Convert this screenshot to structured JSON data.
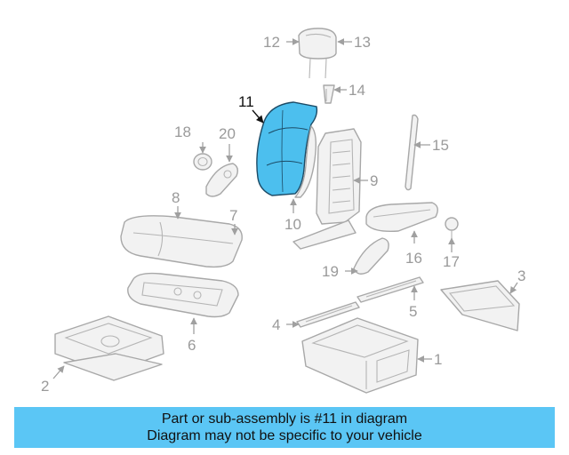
{
  "colors": {
    "highlight": "#4cbfee",
    "banner": "#5bc6f5",
    "part_stroke": "#a8a8a8",
    "callout_text": "#9a9a9a",
    "callout_highlight": "#111111"
  },
  "callouts": {
    "c1": "1",
    "c2": "2",
    "c3": "3",
    "c4": "4",
    "c5": "5",
    "c6": "6",
    "c7": "7",
    "c8": "8",
    "c9": "9",
    "c10": "10",
    "c11": "11",
    "c12": "12",
    "c13": "13",
    "c14": "14",
    "c15": "15",
    "c16": "16",
    "c17": "17",
    "c18": "18",
    "c19": "19",
    "c20": "20"
  },
  "highlighted_part": "11",
  "banner": {
    "line1": "Part or sub-assembly is #11 in diagram",
    "line2": "Diagram may not be specific to your vehicle"
  }
}
